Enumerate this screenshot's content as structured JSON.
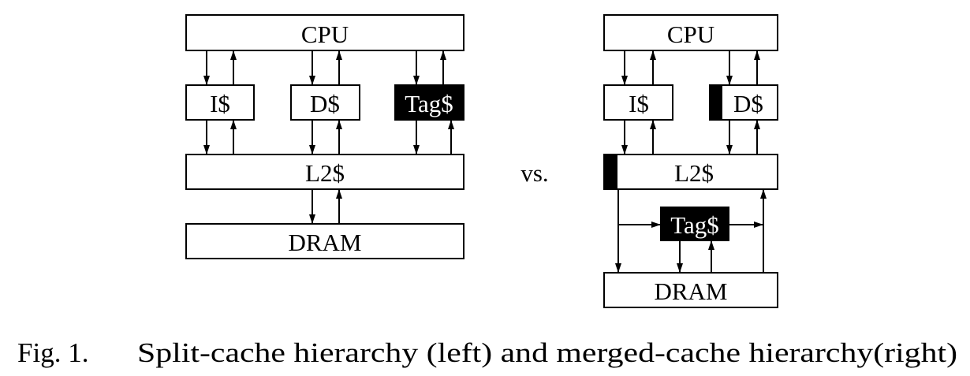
{
  "left": {
    "cpu": "CPU",
    "icache": "I$",
    "dcache": "D$",
    "tagcache": "Tag$",
    "l2": "L2$",
    "dram": "DRAM"
  },
  "versus": "vs.",
  "right": {
    "cpu": "CPU",
    "icache": "I$",
    "dcache": "D$",
    "l2": "L2$",
    "tagcache": "Tag$",
    "dram": "DRAM"
  },
  "caption": {
    "number": "Fig. 1.",
    "text": "Split-cache hierarchy (left) and merged-cache hierarchy(right)"
  },
  "colors": {
    "stroke": "#000000",
    "background": "#ffffff",
    "tag_cache_fill": "#000000",
    "tag_cache_text": "#ffffff"
  }
}
